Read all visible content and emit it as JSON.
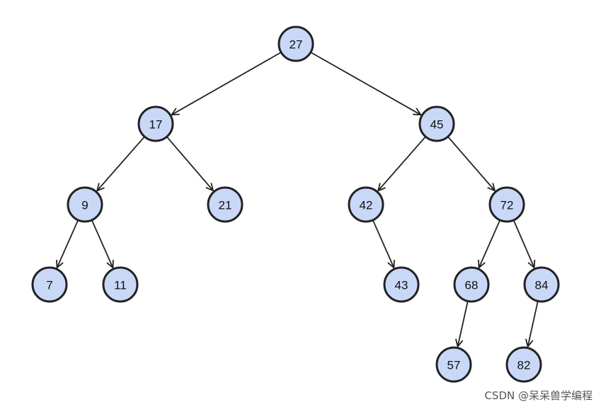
{
  "tree": {
    "nodes": [
      {
        "id": "27",
        "label": "27"
      },
      {
        "id": "17",
        "label": "17"
      },
      {
        "id": "45",
        "label": "45"
      },
      {
        "id": "9",
        "label": "9"
      },
      {
        "id": "21",
        "label": "21"
      },
      {
        "id": "42",
        "label": "42"
      },
      {
        "id": "72",
        "label": "72"
      },
      {
        "id": "7",
        "label": "7"
      },
      {
        "id": "11",
        "label": "11"
      },
      {
        "id": "43",
        "label": "43"
      },
      {
        "id": "68",
        "label": "68"
      },
      {
        "id": "84",
        "label": "84"
      },
      {
        "id": "57",
        "label": "57"
      },
      {
        "id": "82",
        "label": "82"
      }
    ],
    "edges": [
      {
        "from": "27",
        "to": "17"
      },
      {
        "from": "27",
        "to": "45"
      },
      {
        "from": "17",
        "to": "9"
      },
      {
        "from": "17",
        "to": "21"
      },
      {
        "from": "45",
        "to": "42"
      },
      {
        "from": "45",
        "to": "72"
      },
      {
        "from": "9",
        "to": "7"
      },
      {
        "from": "9",
        "to": "11"
      },
      {
        "from": "42",
        "to": "43"
      },
      {
        "from": "72",
        "to": "68"
      },
      {
        "from": "72",
        "to": "84"
      },
      {
        "from": "68",
        "to": "57"
      },
      {
        "from": "84",
        "to": "82"
      }
    ]
  },
  "colors": {
    "node_fill": "#c9d8f7",
    "node_stroke": "#222222",
    "edge": "#222222"
  },
  "watermark": "CSDN @呆呆兽学编程"
}
